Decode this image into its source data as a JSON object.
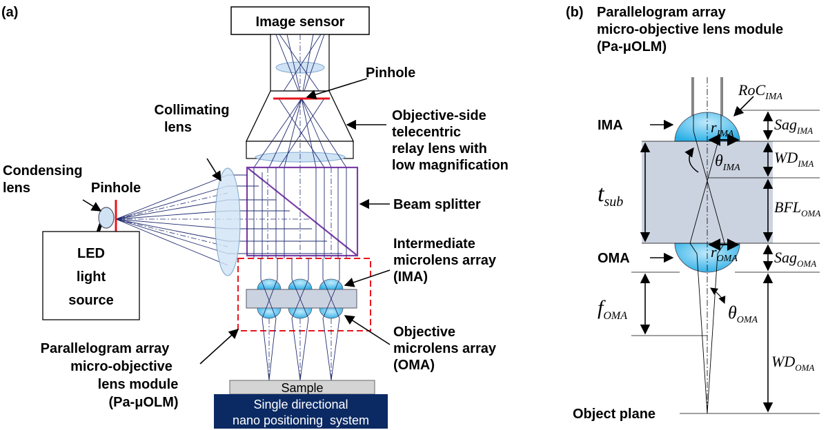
{
  "panel_a": {
    "tag": "(a)",
    "image_sensor": "Image sensor",
    "pinhole_top": "Pinhole",
    "collimating": [
      "Collimating",
      "lens"
    ],
    "relay": [
      "Objective-side",
      "telecentric",
      "relay lens with",
      "low magnification"
    ],
    "condensing": [
      "Condensing",
      "lens"
    ],
    "pinhole_left": "Pinhole",
    "beam_splitter": "Beam splitter",
    "led": [
      "LED",
      "light",
      "source"
    ],
    "ima": [
      "Intermediate",
      "microlens array",
      "(IMA)"
    ],
    "oma": [
      "Objective",
      "microlens array",
      "(OMA)"
    ],
    "module": [
      "Parallelogram array",
      "micro-objective",
      "lens module",
      "(Pa-μOLM)"
    ],
    "sample": "Sample",
    "stage": [
      "Single directional",
      "nano positioning  system"
    ]
  },
  "panel_b": {
    "tag": "(b)",
    "title": [
      "Parallelogram array",
      "micro-objective lens module",
      "(Pa-μOLM)"
    ],
    "ima": "IMA",
    "oma": "OMA",
    "object_plane": "Object plane",
    "roc": {
      "base": "RoC",
      "sub": "IMA"
    },
    "r_ima": {
      "base": "r",
      "sub": "IMA"
    },
    "r_oma": {
      "base": "r",
      "sub": "OMA"
    },
    "theta_ima": {
      "base": "θ",
      "sub": "IMA"
    },
    "theta_oma": {
      "base": "θ",
      "sub": "OMA"
    },
    "t_sub": {
      "base": "t",
      "sub": "sub"
    },
    "f_oma": {
      "base": "f",
      "sub": "OMA"
    },
    "sag_ima": {
      "base": "Sag",
      "sub": "IMA"
    },
    "wd_ima": {
      "base": "WD",
      "sub": "IMA"
    },
    "bfl_oma": {
      "base": "BFL",
      "sub": "OMA"
    },
    "sag_oma": {
      "base": "Sag",
      "sub": "OMA"
    },
    "wd_oma": {
      "base": "WD",
      "sub": "OMA"
    }
  },
  "colors": {
    "lens_fill": "#cfe3f5",
    "lens_blue": "#3cb8ea",
    "ray": "#1f2a6e",
    "red": "#e8141c",
    "purple": "#7a3ea8",
    "stage_fill": "#0b2a63",
    "substrate": "#ccd3e0"
  }
}
